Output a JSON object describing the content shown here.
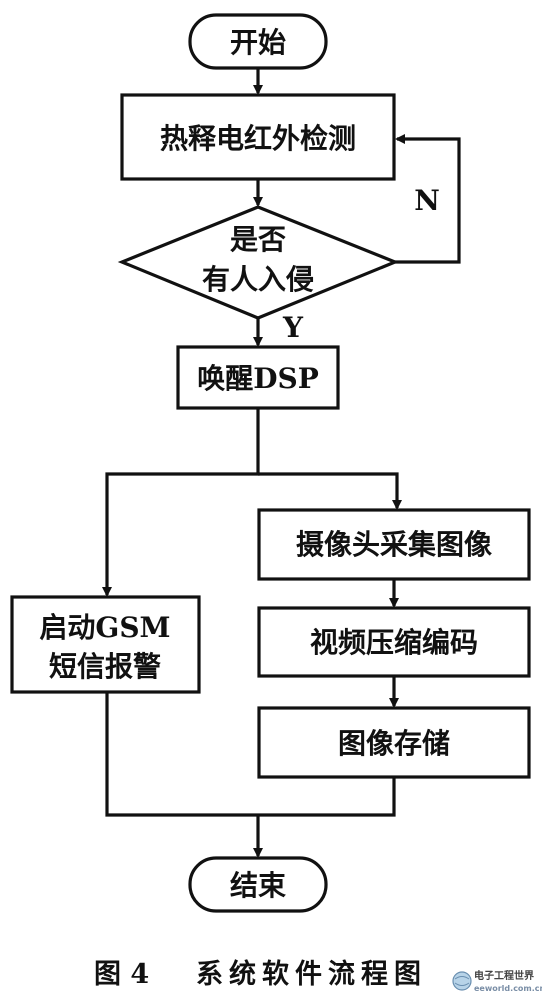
{
  "diagram": {
    "nodes": {
      "start": "开始",
      "detect": "热释电红外检测",
      "decision_line1": "是否",
      "decision_line2": "有人入侵",
      "wake": "唤醒DSP",
      "gsm_line1": "启动GSM",
      "gsm_line2": "短信报警",
      "capture": "摄像头采集图像",
      "compress": "视频压缩编码",
      "store": "图像存储",
      "end": "结束"
    },
    "edge_labels": {
      "no": "N",
      "yes": "Y"
    }
  },
  "caption": {
    "figure_label": "图 4",
    "title": "系统软件流程图"
  },
  "watermark": {
    "text_cn": "电子工程世界",
    "text_en": "eeworld.com.cn"
  }
}
